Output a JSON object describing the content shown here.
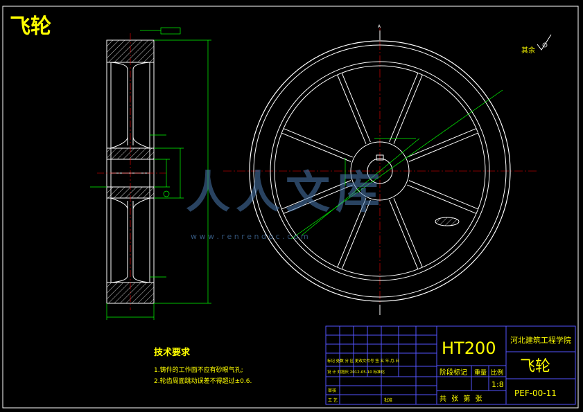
{
  "drawing": {
    "title": "飞轮",
    "tech_req_title": "技术要求",
    "tech_req_items": [
      "1.铸件的工作面不应有砂眼气孔;",
      "2.轮齿周面跳动误差不得超过±0.6."
    ],
    "roughness_note": "其余",
    "watermark_text": "人人文库",
    "watermark_url": "w w w . r e n r e n d o c . c o m",
    "section_mark": "A"
  },
  "title_block": {
    "material": "HT200",
    "school": "河北建筑工程学院",
    "part_name": "飞轮",
    "drawing_no": "PEF-00-11",
    "scale": "1:8",
    "stage_label": "阶段标记",
    "weight_label": "重量",
    "scale_label": "比例",
    "sheets_label": "共 张 第 张",
    "rev_row": "标记 处数 分 区 更改文件号 签 名 年.月.日",
    "design_row": "设 计 刘旭庆 2012-05-10 标准化",
    "review_label": "审核",
    "process_label": "工 艺",
    "approve_label": "批准"
  },
  "colors": {
    "background": "#000000",
    "outline": "#ffffff",
    "dimension": "#00ff00",
    "centerline": "#ff0000",
    "title_text": "#ffff00",
    "frame": "#5555ff",
    "tb_text": "#ffff00",
    "watermark": "#4a7ab0"
  }
}
